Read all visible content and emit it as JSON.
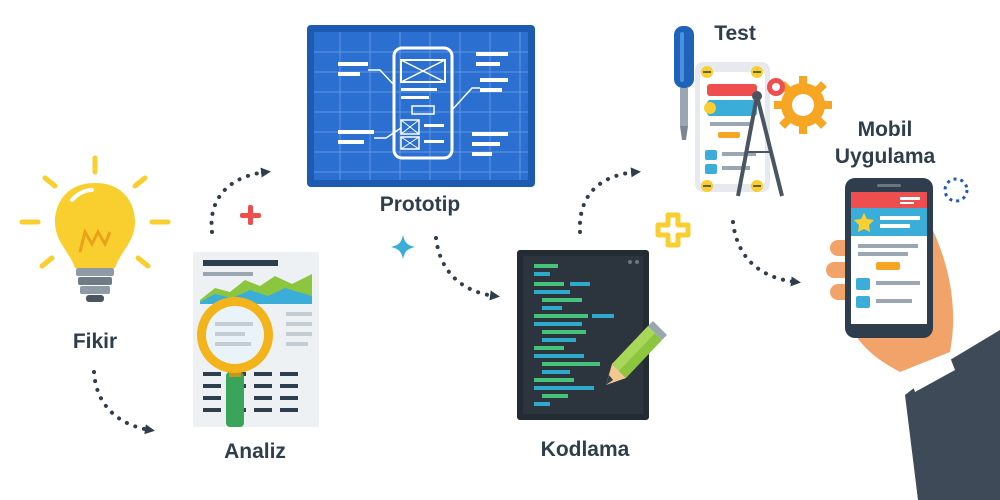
{
  "steps": {
    "idea": "Fikir",
    "analysis": "Analiz",
    "prototype": "Prototip",
    "coding": "Kodlama",
    "test": "Test",
    "mobile_line1": "Mobil",
    "mobile_line2": "Uygulama"
  },
  "colors": {
    "label_text": "#2f3e4c",
    "arrow": "#2f3e4c",
    "blueprint": "#1d5bb3",
    "bulb": "#f8cf2e",
    "terminal": "#232b33",
    "code_green": "#45c37a",
    "code_cyan": "#2fa9c9",
    "phone_red": "#ef4e4e",
    "gear": "#f6a623",
    "skin": "#f2a36a",
    "sleeve": "#3e4a57"
  },
  "icons": [
    "lightbulb-icon",
    "magnifier-icon",
    "blueprint-icon",
    "terminal-icon",
    "pencil-icon",
    "screwdriver-icon",
    "gear-icon",
    "compass-icon",
    "smartphone-icon",
    "hand-icon",
    "plus-icon",
    "sparkle-icon",
    "star-icon"
  ]
}
